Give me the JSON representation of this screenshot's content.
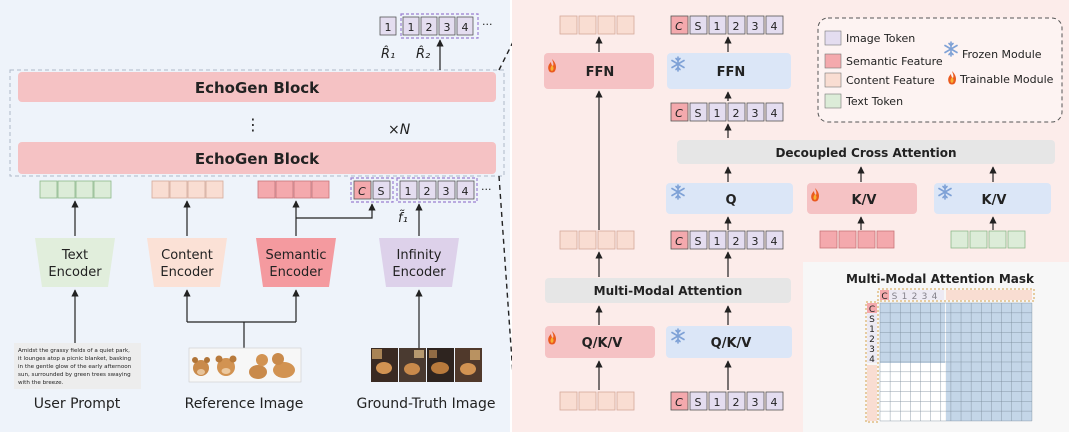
{
  "left": {
    "echogen_top": "EchoGen Block",
    "echogen_bottom": "EchoGen Block",
    "vdots": "⋮",
    "times_n": "×N",
    "r_hat_1": "R̂₁",
    "r_hat_2": "R̂₂",
    "f_tilde_1": "f̃₁",
    "ellipsis": "···",
    "tokens_top": [
      "1",
      "1",
      "2",
      "3",
      "4"
    ],
    "tokens_bottom": [
      "C",
      "S",
      "1",
      "2",
      "3",
      "4"
    ],
    "encoders": {
      "text": [
        "Text",
        "Encoder"
      ],
      "content": [
        "Content",
        "Encoder"
      ],
      "semantic": [
        "Semantic",
        "Encoder"
      ],
      "infinity": [
        "Infinity",
        "Encoder"
      ]
    },
    "prompt_text": [
      "Amidst the grassy fields of a quiet park,",
      "it lounges atop a picnic blanket, basking",
      "in the gentle glow of the early afternoon",
      "sun, surrounded by green trees swaying",
      "with the breeze."
    ],
    "captions": {
      "user_prompt": "User Prompt",
      "reference_image": "Reference Image",
      "ground_truth_image": "Ground-Truth Image"
    }
  },
  "right": {
    "ffn_left": "FFN",
    "ffn_right": "FFN",
    "decoupled": "Decoupled Cross Attention",
    "q": "Q",
    "kv_semantic": "K/V",
    "kv_text": "K/V",
    "mma": "Multi-Modal Attention",
    "qkv_left": "Q/K/V",
    "qkv_right": "Q/K/V",
    "tokens": [
      "C",
      "S",
      "1",
      "2",
      "3",
      "4"
    ],
    "legend": {
      "image_token": "Image Token",
      "semantic_feature": "Semantic Feature",
      "content_feature": "Content Feature",
      "text_token": "Text Token",
      "frozen_module": "Frozen Module",
      "trainable_module": "Trainable Module"
    },
    "mask_title": "Multi-Modal Attention Mask",
    "mask_labels": [
      "C",
      "S",
      "1",
      "2",
      "3",
      "4"
    ]
  },
  "colors": {
    "image_token": "#e4ddf0",
    "semantic": "#f4a9ad",
    "content": "#f9ddd2",
    "text_token": "#dcecd8",
    "block": "#f5c2c4",
    "blue_module": "#dbe6f7",
    "gray_module": "#e6e6e6",
    "mask_fill": "#c4d6e8"
  }
}
